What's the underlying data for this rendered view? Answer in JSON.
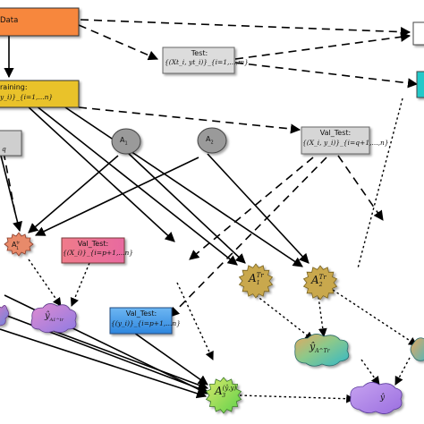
{
  "nodes": {
    "data": {
      "label": "Data",
      "color": "#f7873c"
    },
    "test": {
      "label": "Test:",
      "math": "{(Xt_i, yt_i)}_{i=1,...,m}",
      "color": "#dcdcdc"
    },
    "training": {
      "label": "raining:",
      "math": "y_i)}_{i=1,...n}",
      "color": "#e9c22b"
    },
    "left_gray": {
      "label": "",
      "math": "q",
      "color": "#cfcfcf"
    },
    "a1": {
      "label": "A",
      "sub": "1",
      "color": "#9a9a9a"
    },
    "a2": {
      "label": "A",
      "sub": "2",
      "color": "#9a9a9a"
    },
    "val_test_1": {
      "label": "Val_Test:",
      "math": "{(X_i, y_i)}_{i=q+1,...,n}",
      "color": "#d6d6d6"
    },
    "a_tr_small": {
      "label": "A",
      "sup": "tr",
      "sub": "1",
      "color": "#e88a6a"
    },
    "val_test_2": {
      "label": "Val_Test:",
      "math": "{(X_i)}_{i=p+1,...n}",
      "color": "#ee7b94"
    },
    "val_test_3": {
      "label": "Val_Test:",
      "math": "{(y_i)}_{i=p+1,...n}",
      "color": "#3d9ae8"
    },
    "a1_tr": {
      "label": "A",
      "sup": "Tr",
      "sub": "1",
      "color": "#c9a84d"
    },
    "a2_tr": {
      "label": "A",
      "sup": "Tr",
      "sub": "2",
      "color": "#c9a84d"
    },
    "y_hat_a1": {
      "label": "ŷ",
      "sub": "A1^tr",
      "color": "#c97cc3"
    },
    "y_hat_atr": {
      "label": "ŷ",
      "sub": "A^Tr",
      "color": "#6fb89a"
    },
    "a3": {
      "label": "A",
      "sup": "(ŷ,y)",
      "sub": "3",
      "color": "#8fd35a"
    },
    "y_hat": {
      "label": "ŷ",
      "color": "#a67ee0"
    },
    "right_top": {
      "label": "",
      "color": "#ffffff"
    },
    "right_cyan": {
      "label": "",
      "color": "#22c9c9"
    }
  }
}
